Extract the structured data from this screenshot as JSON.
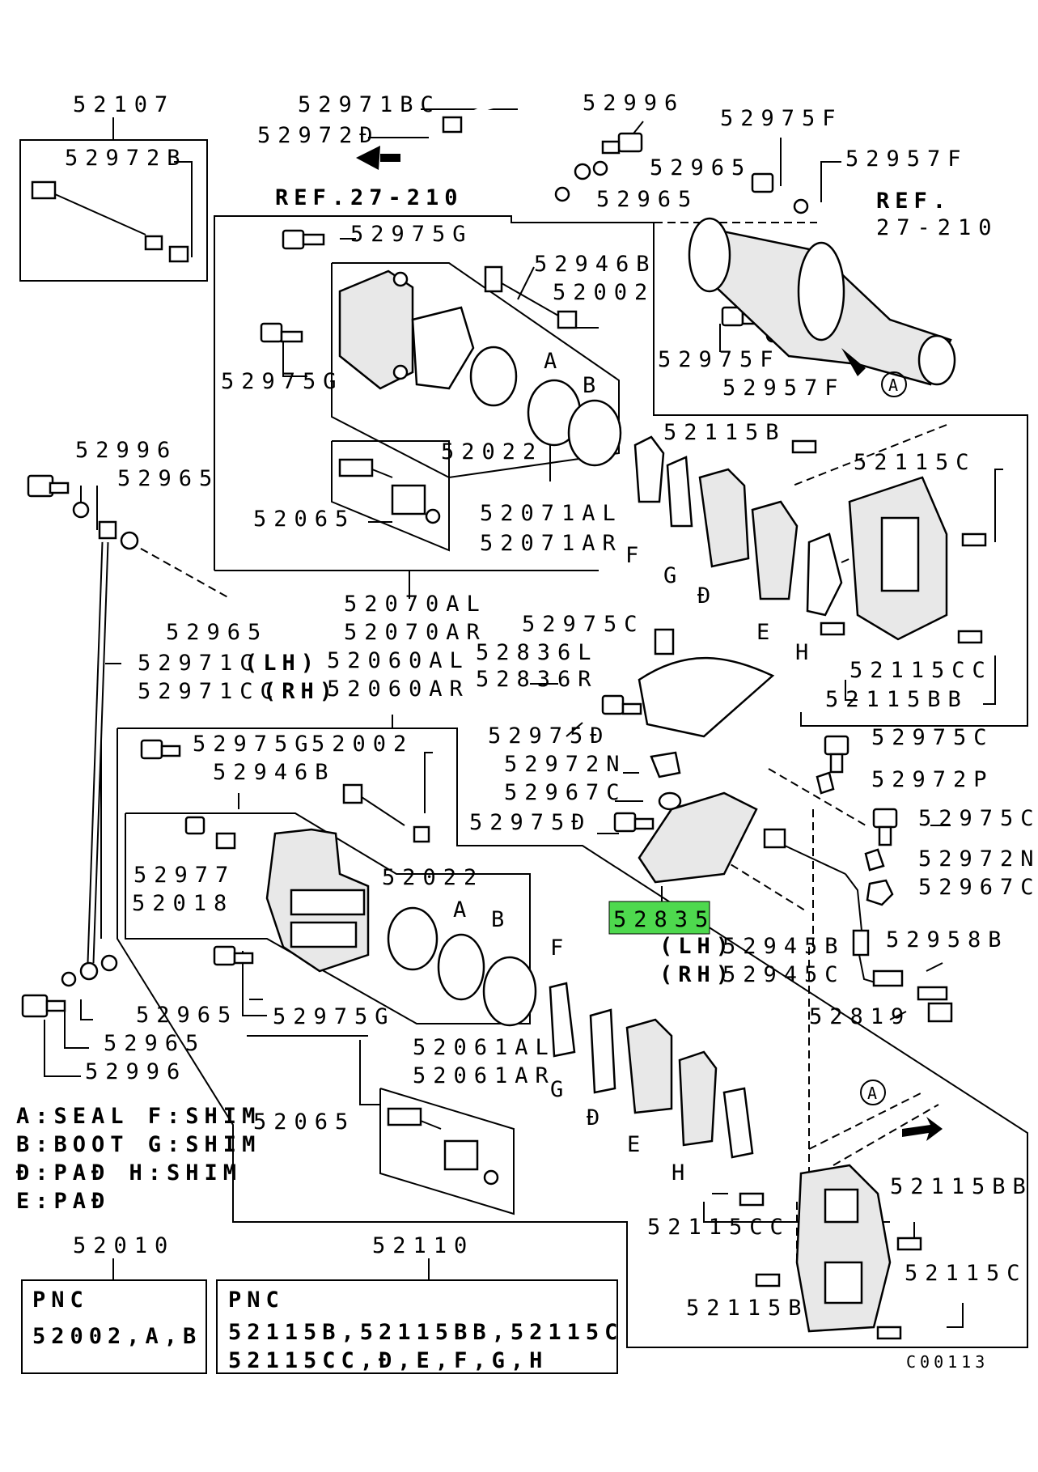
{
  "labels": {
    "p52107": "52107",
    "p52972B": "52972B",
    "p52971BC": "52971BC",
    "p52972D": "52972Đ",
    "p52996_top": "52996",
    "p52965_a": "52965",
    "p52965_b": "52965",
    "ref1": "REF.27-210",
    "p52975F_a": "52975F",
    "p52957F_a": "52957F",
    "ref2_a": "REF.",
    "ref2_b": "27-210",
    "p52975G_a": "52975G",
    "p52946B_a": "52946B",
    "p52002_a": "52002",
    "p52975G_b": "52975G",
    "sealA1": "A",
    "bootB1": "B",
    "p52975F_b": "52975F",
    "p52957F_b": "52957F",
    "circA1": "A",
    "p52022_a": "52022",
    "p52115B_a": "52115B",
    "p52115C_a": "52115C",
    "p52996_l": "52996",
    "p52965_l1": "52965",
    "p52065_a": "52065",
    "p52071AL": "52071AL",
    "p52071AR": "52071AR",
    "F1": "F",
    "G1": "G",
    "D1": "Đ",
    "E1": "E",
    "H1": "H",
    "p52965_l2": "52965",
    "p52070AL": "52070AL",
    "p52070AR": "52070AR",
    "p52975C_a": "52975C",
    "p52836L": "52836L",
    "p52836R": "52836R",
    "p52971C": "52971C",
    "p52971C_lh": "(LH)",
    "p52971CC": "52971CC",
    "p52971CC_rh": "(RH)",
    "p52060AL": "52060AL",
    "p52060AR": "52060AR",
    "p52115CC_a": "52115CC",
    "p52115BB_a": "52115BB",
    "p52975G_c": "52975G",
    "p52002_b": "52002",
    "p52975D_a": "52975Đ",
    "p52975C_b": "52975C",
    "p52946B_b": "52946B",
    "p52972N_a": "52972N",
    "p52972P": "52972P",
    "p52967C_a": "52967C",
    "p52975D_b": "52975Đ",
    "p52975C_c": "52975C",
    "p52972N_b": "52972N",
    "p52977": "52977",
    "p52022_b": "52022",
    "p52967C_b": "52967C",
    "p52018": "52018",
    "p52835": "52835",
    "sealA2": "A",
    "bootB2": "B",
    "p52945B_lh": "(LH)",
    "p52945B": "52945B",
    "p52958B": "52958B",
    "F2": "F",
    "p52945C_rh": "(RH)",
    "p52945C": "52945C",
    "p52819": "52819",
    "p52965_l3": "52965",
    "p52975G_d": "52975G",
    "p52965_l4": "52965",
    "p52061AL": "52061AL",
    "p52061AR": "52061AR",
    "p52996_b": "52996",
    "circA2": "A",
    "G2": "G",
    "D2": "Đ",
    "E2": "E",
    "H2": "H",
    "p52065_b": "52065",
    "p52115BB_b": "52115BB",
    "p52115CC_b": "52115CC",
    "p52115C_b": "52115C",
    "p52115B_b": "52115B",
    "p52010": "52010",
    "p52110": "52110",
    "code": "C00113"
  },
  "legend": [
    "A:SEAL  F:SHIM",
    "B:BOOT  G:SHIM",
    "Đ:PAĐ   H:SHIM",
    "E:PAĐ"
  ],
  "pnc_left": {
    "title": "PNC",
    "line1": "52002,A,B"
  },
  "pnc_right": {
    "title": "PNC",
    "line1": "52115B,52115BB,52115C",
    "line2": "52115CC,Đ,E,F,G,H"
  },
  "colors": {
    "highlight": "#4ed94e"
  }
}
